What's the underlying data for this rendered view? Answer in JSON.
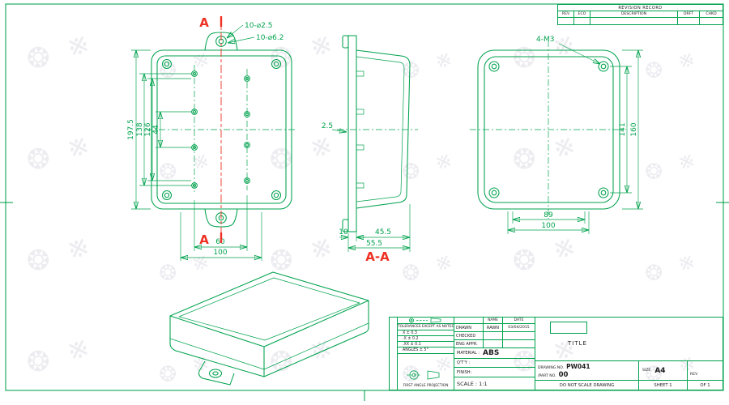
{
  "palette": {
    "line_green": "#00a24e",
    "section_red": "#ee3124",
    "text_ink": "#1c1c1c",
    "watermark_gray": "#ececf1"
  },
  "revision": {
    "title": "REVISION RECORD",
    "col_rev": "REV",
    "col_eco": "ECO",
    "col_desc": "DESCRIPTION",
    "col_drft": "DRFT",
    "col_chkd": "CHKD"
  },
  "front": {
    "callout_small": "10-⌀2.5",
    "callout_large": "10-⌀6.2",
    "marker_top": "A",
    "marker_bottom": "A",
    "dim_overall_h": "197.5",
    "dim_h_138": "138",
    "dim_h_126": "126",
    "dim_h_44": "44",
    "dim_w_60": "60",
    "dim_w_100": "100"
  },
  "section": {
    "label": "A-A",
    "dim_wall": "2.5",
    "dim_flange": "10",
    "dim_body": "45.5",
    "dim_overall": "55.5"
  },
  "back": {
    "callout": "4-M3",
    "dim_h_141": "141",
    "dim_h_160": "160",
    "dim_w_89": "89",
    "dim_w_100": "100"
  },
  "tb": {
    "tol_title": "TOLERANCES EXCEPT AS NOTED",
    "tol1": "X    ± 0.3",
    "tol2": ".X   ± 0.2",
    "tol3": ".XX  ± 0.1",
    "angles": "ANGLES ± 5°",
    "projection": "FIRST ANGLE PROJECTION",
    "h_name": "NAME",
    "h_date": "DATE",
    "drawn": "DRAWN",
    "drawn_name": "RAWN",
    "drawn_date": "03/04/2015",
    "checked": "CHECKED",
    "eng_appr": "ENG APPR.",
    "material_label": "MATERIAL :",
    "material": "ABS",
    "qty": "Q'T'Y :",
    "finish": "FINISH:",
    "scale": "SCALE : 1:1",
    "title": "TITLE",
    "drawing_no_label": "DRAWING NO.",
    "drawing_no": "PW041",
    "part_no_label": "/PART  NO.",
    "part_no": "00",
    "size_label": "SIZE",
    "size": "A4",
    "rev": "REV",
    "no_scale": "DO NOT SCALE DRAWING",
    "sheet": "SHEET 1",
    "of": "OF 1"
  }
}
